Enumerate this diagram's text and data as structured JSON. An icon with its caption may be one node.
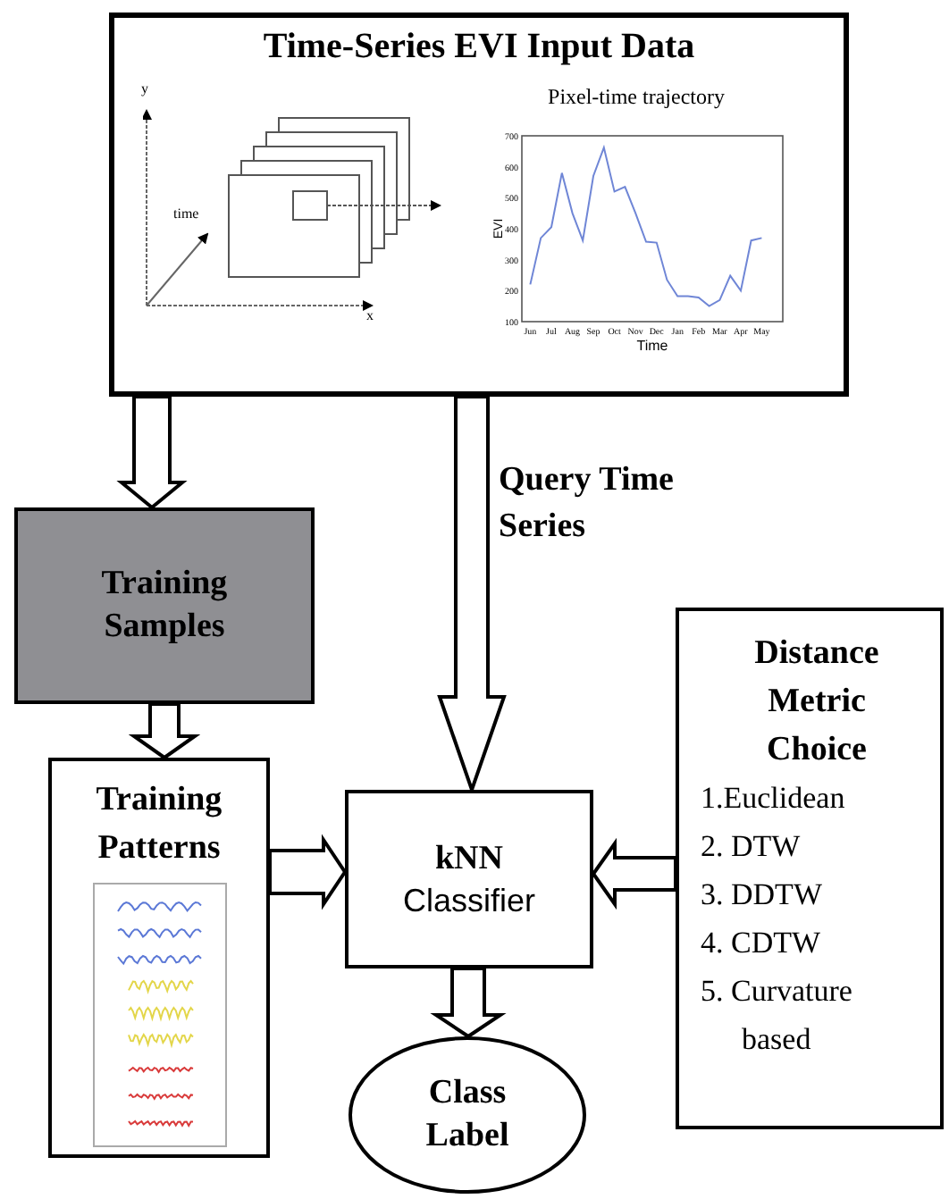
{
  "diagram": {
    "nodes": [
      {
        "text": [
          "Time-Series EVI Input Data"
        ]
      },
      {
        "text": [
          "Training Samples"
        ]
      },
      {
        "text": [
          "Training Patterns"
        ]
      },
      {
        "text": [
          "kNN",
          "Classifier"
        ]
      },
      {
        "text": [
          "Distance Metric Choice",
          "1.Euclidean",
          "2. DTW",
          "3. DDTW",
          "4. CDTW",
          "5. Curvature based"
        ]
      },
      {
        "text": [
          "Class Label"
        ]
      }
    ],
    "edges": [
      {
        "from": 0,
        "to": 1,
        "arrow": "to"
      },
      {
        "from": 1,
        "to": 2,
        "arrow": "to"
      },
      {
        "from": 0,
        "to": 3,
        "arrow": "to",
        "label": "Query Time Series"
      },
      {
        "from": 2,
        "to": 3,
        "arrow": "to"
      },
      {
        "from": 4,
        "to": 3,
        "arrow": "to"
      },
      {
        "from": 3,
        "to": 5,
        "arrow": "to"
      }
    ],
    "labels": [
      "y",
      "time",
      "x"
    ],
    "chart_data": {
      "type": "line",
      "title": "Pixel-time trajectory",
      "xlabel": "Time",
      "ylabel": "EVI",
      "categories": [
        "Jun",
        null,
        "Jul",
        null,
        "Aug",
        null,
        "Sep",
        null,
        "Oct",
        null,
        "Nov",
        null,
        "Dec",
        null,
        "Jan",
        null,
        "Feb",
        null,
        "Mar",
        null,
        "Apr",
        null,
        "May"
      ],
      "series": [
        {
          "color": "#6f86d6",
          "values": [
            220,
            370,
            405,
            580,
            450,
            362,
            570,
            662,
            520,
            535,
            450,
            358,
            355,
            235,
            182,
            182,
            178,
            150,
            170,
            248,
            200,
            362,
            370
          ]
        }
      ],
      "ylim": [
        100,
        700
      ],
      "yticks": [
        100,
        200,
        300,
        400,
        500,
        600,
        700
      ]
    }
  }
}
